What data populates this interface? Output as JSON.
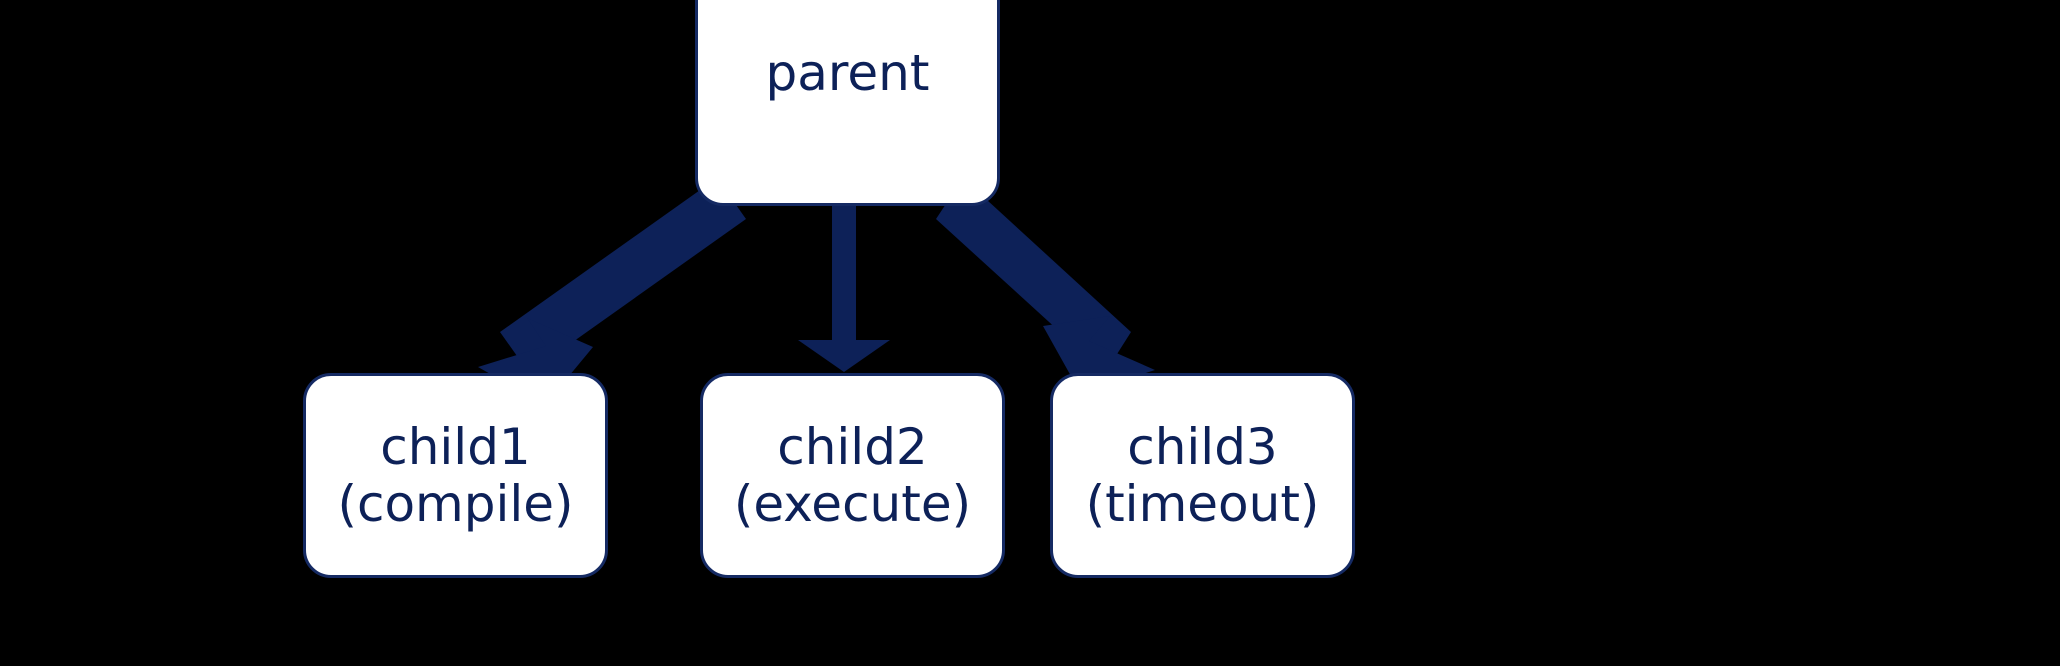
{
  "diagram": {
    "type": "process-tree",
    "background_color": "#000000",
    "accent_color": "#0d2158",
    "node_fill_color": "#ffffff",
    "node_border_color": "#152a63",
    "text_color": "#0d2158",
    "nodes": [
      {
        "id": "parent",
        "label": "parent",
        "sublabel": ""
      },
      {
        "id": "child1",
        "label": "child1",
        "sublabel": "(compile)"
      },
      {
        "id": "child2",
        "label": "child2",
        "sublabel": "(execute)"
      },
      {
        "id": "child3",
        "label": "child3",
        "sublabel": "(timeout)"
      }
    ],
    "edges": [
      {
        "id": "parent-to-child1",
        "from": "parent",
        "to": "child1",
        "label": "",
        "style": "solid-arrow"
      },
      {
        "id": "parent-to-child2",
        "from": "parent",
        "to": "child2",
        "label": "",
        "style": "solid-arrow"
      },
      {
        "id": "parent-to-child3",
        "from": "parent",
        "to": "child3",
        "label": "",
        "style": "solid-arrow"
      }
    ]
  }
}
